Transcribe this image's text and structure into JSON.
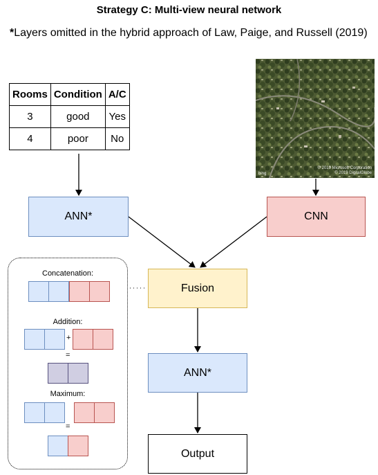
{
  "title": "Strategy C: Multi-view neural network",
  "note": {
    "marker": "*",
    "text": "Layers omitted in the hybrid approach of Law, Paige, and Russell (2019)"
  },
  "table": {
    "headers": [
      "Rooms",
      "Condition",
      "A/C"
    ],
    "rows": [
      [
        "3",
        "good",
        "Yes"
      ],
      [
        "4",
        "poor",
        "No"
      ]
    ]
  },
  "image": {
    "credit_line1": "© 2019 Microsoft Corporation",
    "credit_line2": "© 2019 DigitalGlobe",
    "logo": "bing"
  },
  "nodes": {
    "ann_top": "ANN*",
    "cnn": "CNN",
    "fusion": "Fusion",
    "ann_bottom": "ANN*",
    "output": "Output"
  },
  "fusion_panel": {
    "concat_label": "Concatenation:",
    "addition_label": "Addition:",
    "plus": "+",
    "equals": "=",
    "maximum_label": "Maximum:",
    "equals2": "="
  },
  "colors": {
    "blue_fill": "#dae8fc",
    "red_fill": "#f8cecc",
    "yellow_fill": "#fff2cc",
    "purple_fill": "#d0cee2"
  }
}
